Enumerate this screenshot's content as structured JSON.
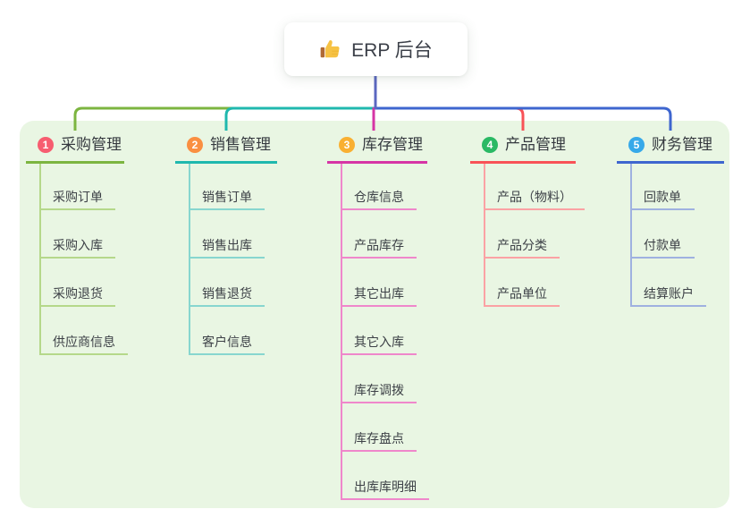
{
  "root": {
    "label": "ERP 后台",
    "icon": "thumbs-up"
  },
  "colors": {
    "panel_bg": "#e9f6e3",
    "root_line": "#5b67c1",
    "root_bg": "#ffffff",
    "title_text": "#35393f",
    "child_text": "#3d4147",
    "thumb_gold": "#f6c244",
    "thumb_cuff": "#b06a34"
  },
  "branches": [
    {
      "badge": "1",
      "label": "采购管理",
      "color": "#7cb540",
      "light": "#b5d88a",
      "badge_color": "#f75d70",
      "children": [
        "采购订单",
        "采购入库",
        "采购退货",
        "供应商信息"
      ]
    },
    {
      "badge": "2",
      "label": "销售管理",
      "color": "#1fb8ae",
      "light": "#87d6cf",
      "badge_color": "#fa8f41",
      "children": [
        "销售订单",
        "销售出库",
        "销售退货",
        "客户信息"
      ]
    },
    {
      "badge": "3",
      "label": "库存管理",
      "color": "#d634a5",
      "light": "#ef87cb",
      "badge_color": "#f9b032",
      "children": [
        "仓库信息",
        "产品库存",
        "其它出库",
        "其它入库",
        "库存调拨",
        "库存盘点",
        "出库库明细"
      ]
    },
    {
      "badge": "4",
      "label": "产品管理",
      "color": "#f85257",
      "light": "#fba2a4",
      "badge_color": "#2ab964",
      "children": [
        "产品（物料）",
        "产品分类",
        "产品单位"
      ]
    },
    {
      "badge": "5",
      "label": "财务管理",
      "color": "#3e66cf",
      "light": "#9fb1e0",
      "badge_color": "#37a9e9",
      "children": [
        "回款单",
        "付款单",
        "结算账户"
      ]
    }
  ]
}
